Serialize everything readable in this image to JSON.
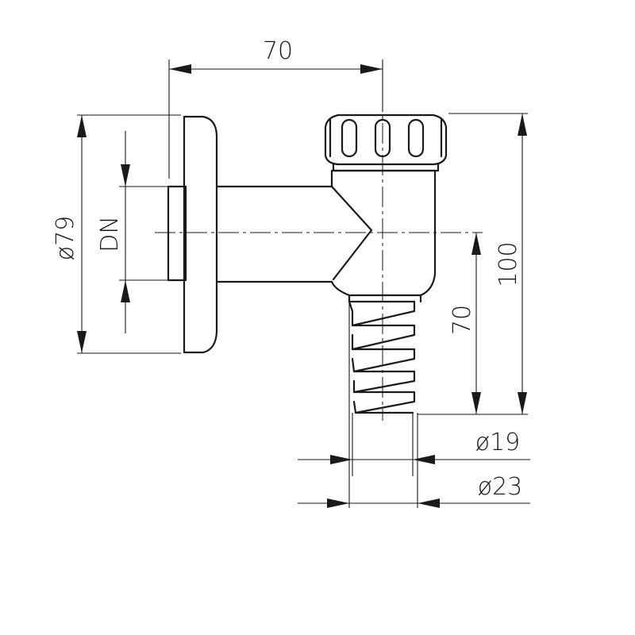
{
  "dimensions": {
    "top_width": "70",
    "outer_diameter": "ø79",
    "nominal": "DN",
    "total_height": "100",
    "outlet_height": "70",
    "hose_inner": "ø19",
    "hose_outer": "ø23"
  }
}
